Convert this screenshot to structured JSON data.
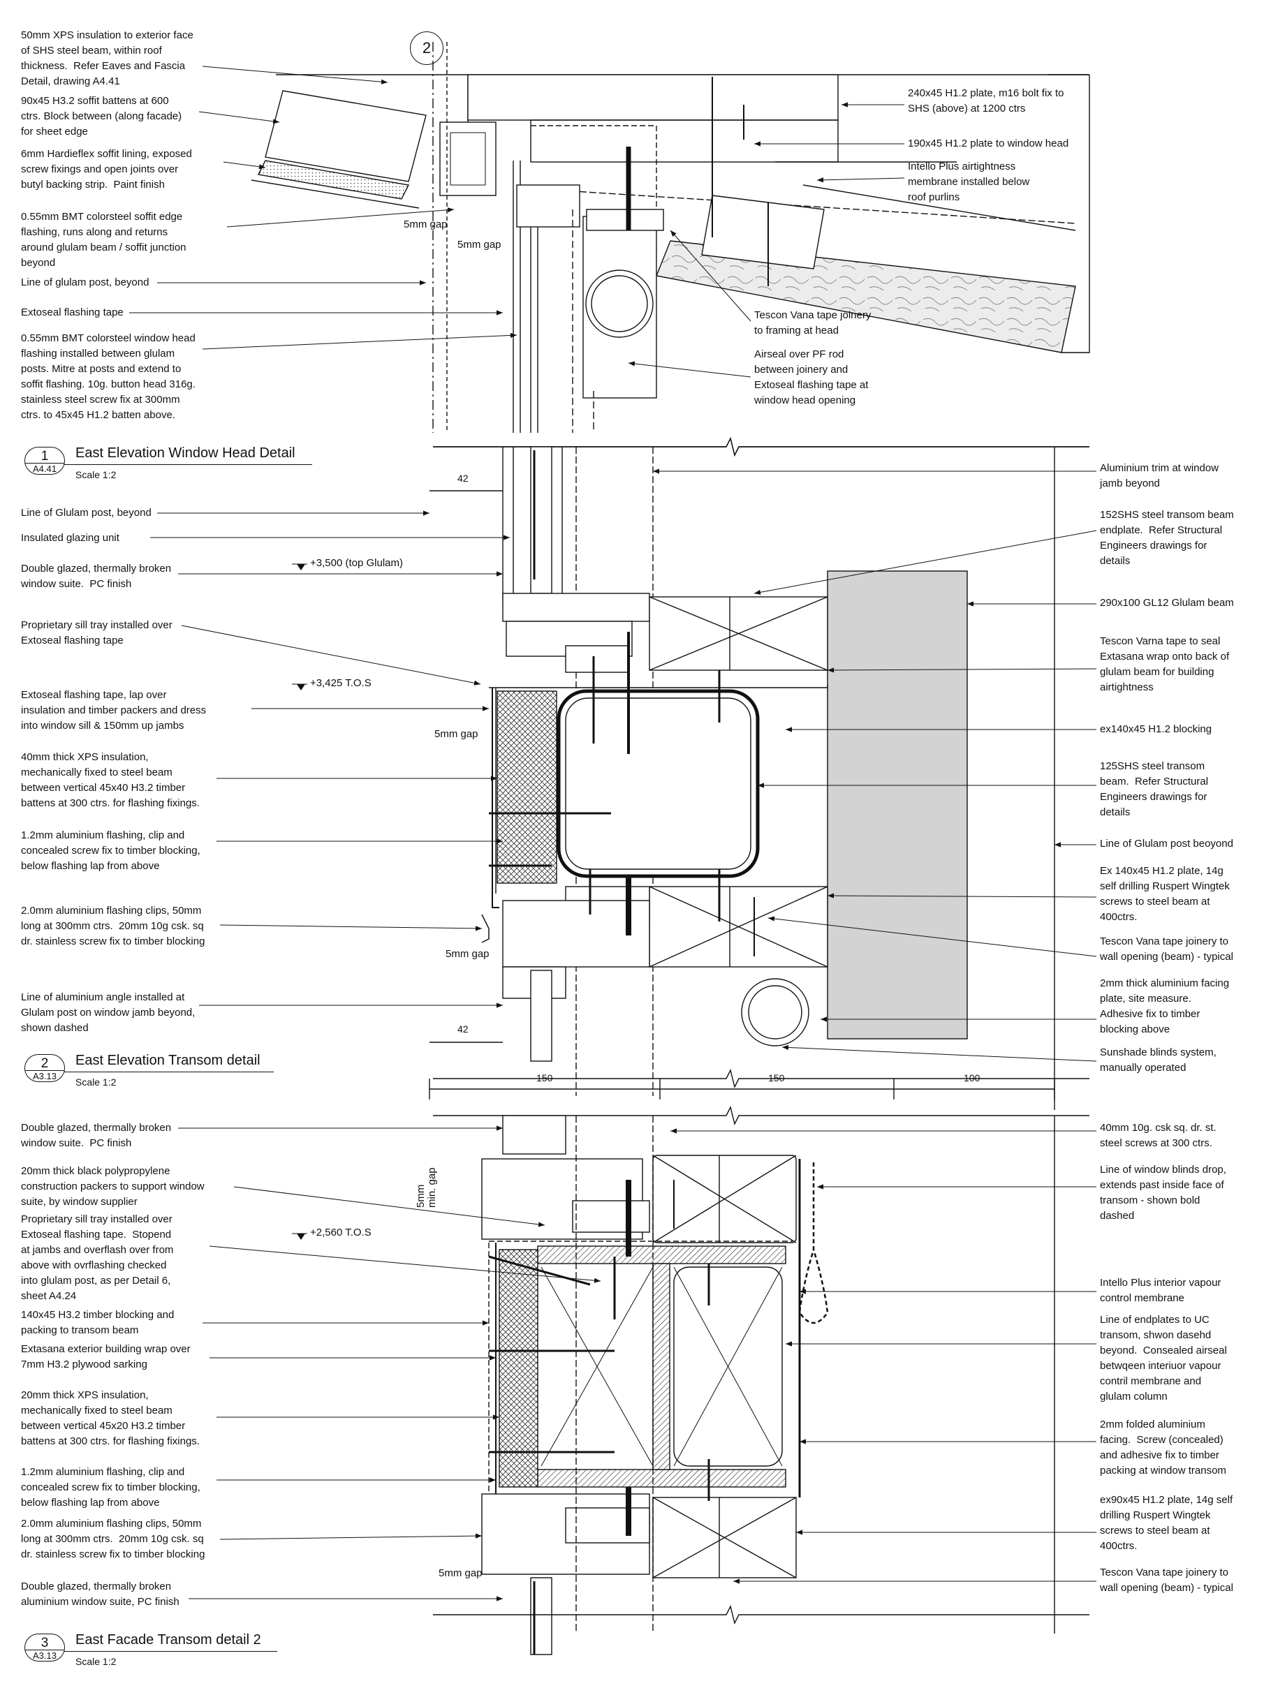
{
  "grid_reference": "2",
  "details": [
    {
      "number": "1",
      "sheet_ref": "A4.41",
      "title": "East Elevation Window Head Detail",
      "scale": "Scale 1:2"
    },
    {
      "number": "2",
      "sheet_ref": "A3.13",
      "title": "East Elevation Transom detail",
      "scale": "Scale 1:2"
    },
    {
      "number": "3",
      "sheet_ref": "A3.13",
      "title": "East Facade Transom detail 2",
      "scale": "Scale 1:2"
    }
  ],
  "detail1": {
    "left_notes": [
      "50mm XPS insulation to exterior face\nof SHS steel beam, within roof\nthickness.  Refer Eaves and Fascia\nDetail, drawing A4.41",
      "90x45 H3.2 soffit battens at 600\nctrs. Block between (along facade)\nfor sheet edge",
      "6mm Hardieflex soffit lining, exposed\nscrew fixings and open joints over\nbutyl backing strip.  Paint finish",
      "0.55mm BMT colorsteel soffit edge\nflashing, runs along and returns\naround glulam beam / soffit junction\nbeyond",
      "Line of glulam post, beyond",
      "Extoseal flashing tape",
      "0.55mm BMT colorsteel window head\nflashing installed between glulam\nposts. Mitre at posts and extend to\nsoffit flashing. 10g. button head 316g.\nstainless steel screw fix at 300mm\nctrs. to 45x45 H1.2 batten above."
    ],
    "right_notes": [
      "240x45 H1.2 plate, m16 bolt fix to\nSHS (above) at 1200 ctrs",
      "190x45 H1.2 plate to window head",
      "Intello Plus airtightness\nmembrane installed below\nroof purlins",
      "Tescon Vana tape joinery\nto framing at head",
      "Airseal over PF rod\nbetween joinery and\nExtoseal flashing tape at\nwindow head opening"
    ],
    "gap_labels": [
      "5mm gap",
      "5mm gap"
    ]
  },
  "detail2": {
    "left_notes": [
      "Line of Glulam post, beyond",
      "Insulated glazing unit",
      "Double glazed, thermally broken\nwindow suite.  PC finish",
      "Proprietary sill tray installed over\nExtoseal flashing tape",
      "Extoseal flashing tape, lap over\ninsulation and timber packers and dress\ninto window sill & 150mm up jambs",
      "40mm thick XPS insulation,\nmechanically fixed to steel beam\nbetween vertical 45x40 H3.2 timber\nbattens at 300 ctrs. for flashing fixings.",
      "1.2mm aluminium flashing, clip and\nconcealed screw fix to timber blocking,\nbelow flashing lap from above",
      "2.0mm aluminium flashing clips, 50mm\nlong at 300mm ctrs.  20mm 10g csk. sq\ndr. stainless screw fix to timber blocking",
      "Line of aluminium angle installed at\nGlulam post on window jamb beyond,\nshown dashed"
    ],
    "right_notes": [
      "Aluminium trim at window\njamb beyond",
      "152SHS steel transom beam\nendplate.  Refer Structural\nEngineers drawings for\ndetails",
      "290x100 GL12 Glulam beam",
      "Tescon Varna tape to seal\nExtasana wrap onto back of\nglulam beam for building\nairtightness",
      "ex140x45 H1.2 blocking",
      "125SHS steel transom\nbeam.  Refer Structural\nEngineers drawings for\ndetails",
      "Line of Glulam post beoyond",
      "Ex 140x45 H1.2 plate, 14g\nself drilling Ruspert Wingtek\nscrews to steel beam at\n400ctrs.",
      "Tescon Vana tape joinery to\nwall opening (beam) - typical",
      "2mm thick aluminium facing\nplate, site measure.\nAdhesive fix to timber\nblocking above",
      "Sunshade blinds system,\nmanually operated"
    ],
    "levels": [
      "+3,500 (top Glulam)",
      "+3,425 T.O.S"
    ],
    "gap_labels": [
      "5mm gap",
      "5mm gap"
    ],
    "dims_top": "42",
    "dims_bottom": "42",
    "dims_row": [
      "150",
      "150",
      "100"
    ]
  },
  "detail3": {
    "left_notes": [
      "Double glazed, thermally broken\nwindow suite.  PC finish",
      "20mm thick black polypropylene\nconstruction packers to support window\nsuite, by window supplier",
      "Proprietary sill tray installed over\nExtoseal flashing tape.  Stopend\nat jambs and overflash over from\nabove with ovrflashing checked\ninto glulam post, as per Detail 6,\nsheet A4.24",
      "140x45 H3.2 timber blocking and\npacking to transom beam",
      "Extasana exterior building wrap over\n7mm H3.2 plywood sarking",
      "20mm thick XPS insulation,\nmechanically fixed to steel beam\nbetween vertical 45x20 H3.2 timber\nbattens at 300 ctrs. for flashing fixings.",
      "1.2mm aluminium flashing, clip and\nconcealed screw fix to timber blocking,\nbelow flashing lap from above",
      "2.0mm aluminium flashing clips, 50mm\nlong at 300mm ctrs.  20mm 10g csk. sq\ndr. stainless screw fix to timber blocking",
      "Double glazed, thermally broken\naluminium window suite, PC finish"
    ],
    "right_notes": [
      "40mm 10g. csk sq. dr. st.\nsteel screws at 300 ctrs.",
      "Line of window blinds drop,\nextends past inside face of\ntransom - shown bold\ndashed",
      "Intello Plus interior vapour\ncontrol membrane",
      "Line of endplates to UC\ntransom, shwon dasehd\nbeyond.  Consealed airseal\nbetwqeen interiuor vapour\ncontril membrane and\nglulam column",
      "2mm folded aluminium\nfacing.  Screw (concealed)\nand adhesive fix to timber\npacking at window transom",
      "ex90x45 H1.2 plate, 14g self\ndrilling Ruspert Wingtek\nscrews to steel beam at\n400ctrs.",
      "Tescon Vana tape joinery to\nwall opening (beam) - typical"
    ],
    "levels": [
      "+2,560 T.O.S"
    ],
    "gap_labels": [
      "5mm\nmin. gap",
      "5mm gap"
    ]
  }
}
